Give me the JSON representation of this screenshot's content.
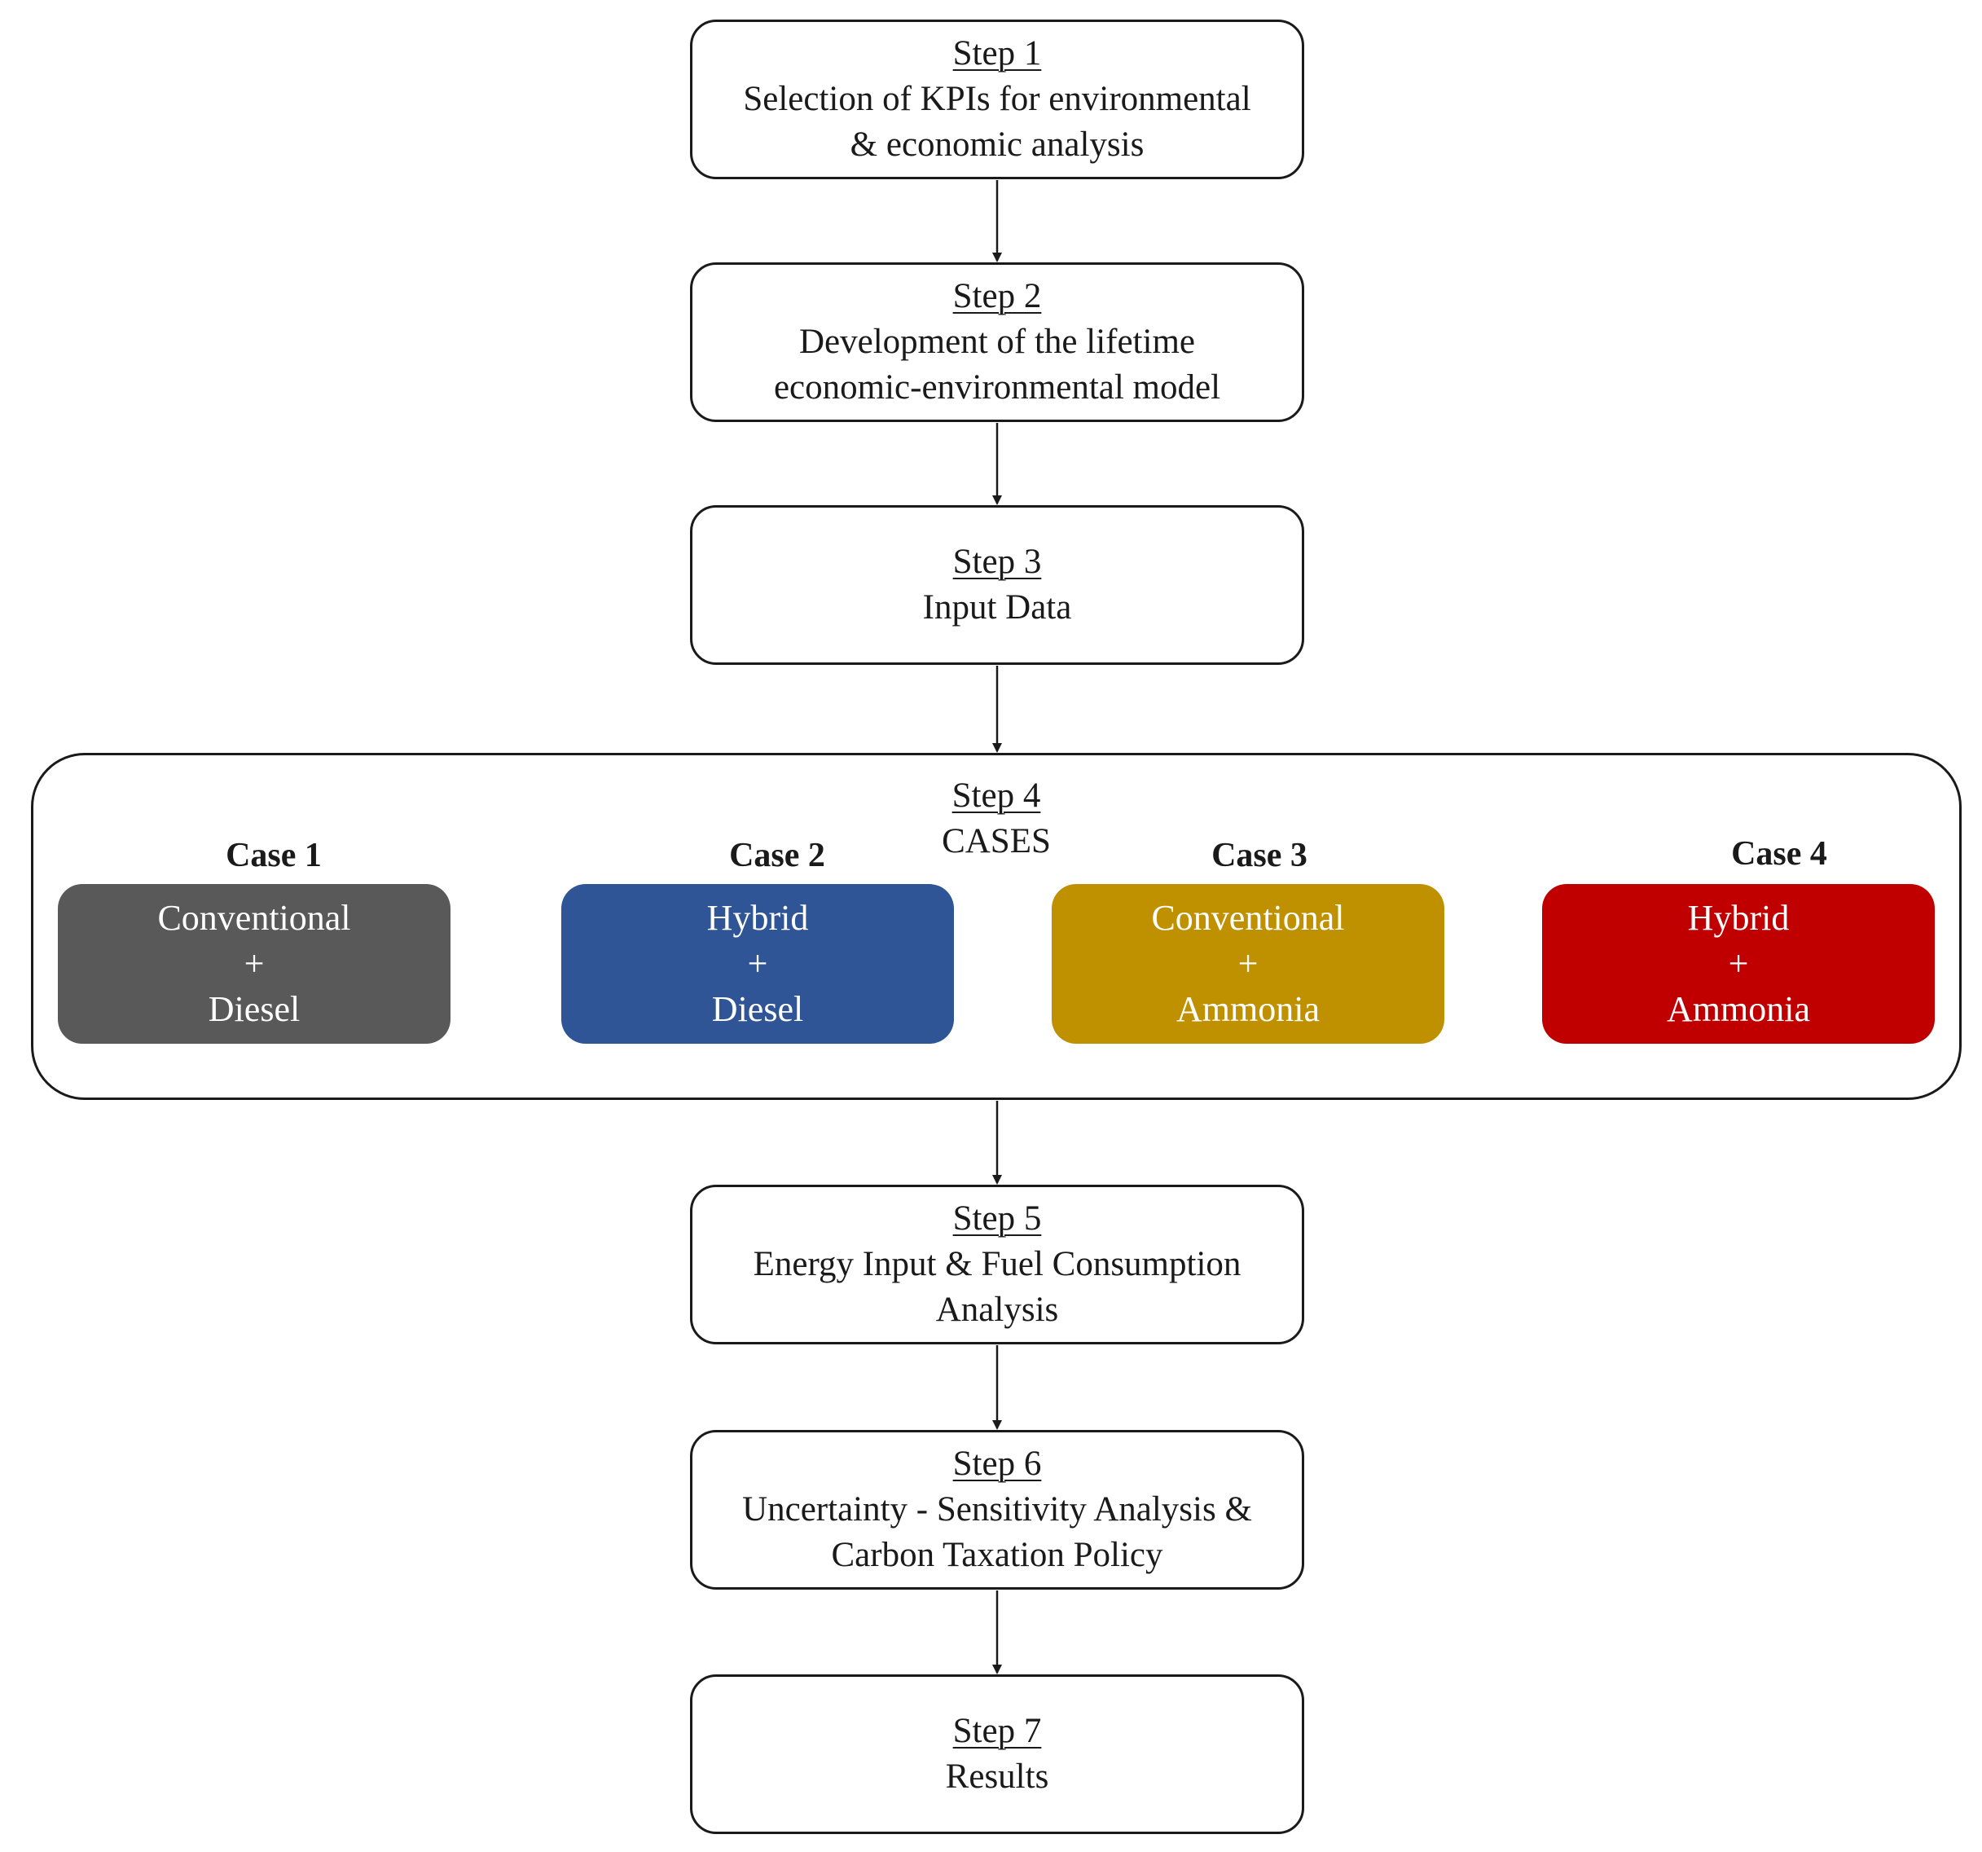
{
  "steps": [
    {
      "label": "Step 1",
      "lines": [
        "Selection of KPIs for environmental",
        "& economic analysis"
      ]
    },
    {
      "label": "Step 2",
      "lines": [
        "Development of the lifetime",
        "economic-environmental model"
      ]
    },
    {
      "label": "Step 3",
      "lines": [
        "Input Data"
      ]
    },
    {
      "label": "Step 4",
      "lines": [
        "CASES"
      ]
    },
    {
      "label": "Step 5",
      "lines": [
        "Energy Input & Fuel Consumption",
        "Analysis"
      ]
    },
    {
      "label": "Step 6",
      "lines": [
        "Uncertainty - Sensitivity Analysis &",
        "Carbon Taxation Policy"
      ]
    },
    {
      "label": "Step 7",
      "lines": [
        "Results"
      ]
    }
  ],
  "cases": [
    {
      "title": "Case 1",
      "lines": [
        "Conventional",
        "+",
        "Diesel"
      ],
      "color": "#595959"
    },
    {
      "title": "Case 2",
      "lines": [
        "Hybrid",
        "+",
        "Diesel"
      ],
      "color": "#2f5597"
    },
    {
      "title": "Case 3",
      "lines": [
        "Conventional",
        "+",
        "Ammonia"
      ],
      "color": "#bf9000"
    },
    {
      "title": "Case 4",
      "lines": [
        "Hybrid",
        "+",
        "Ammonia"
      ],
      "color": "#c00000"
    }
  ]
}
